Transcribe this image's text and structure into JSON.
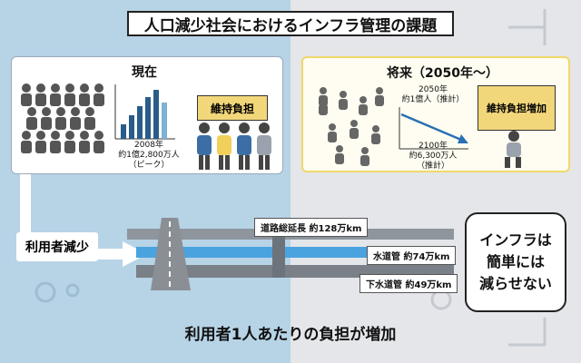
{
  "title": "人口減少社会におけるインフラ管理の課題",
  "present": {
    "heading": "現在",
    "year": "2008年",
    "population": "約1億2,800万人",
    "note": "（ピーク）",
    "burden_label": "維持負担"
  },
  "future": {
    "heading": "将来（2050年〜）",
    "year_top": "2050年",
    "population_top": "約1億人（推計）",
    "year_bottom": "2100年",
    "population_bottom": "約6,300万人",
    "note_bottom": "（推計）",
    "burden_label": "維持負担増加"
  },
  "flow": {
    "users_decrease": "利用者減少"
  },
  "infrastructure": {
    "road": "道路総延長 約128万km",
    "water": "水道管 約74万km",
    "sewer": "下水道管 約49万km"
  },
  "callout": {
    "line1": "インフラは",
    "line2": "簡単には",
    "line3": "減らせない"
  },
  "bottom_text": "利用者1人あたりの負担が増加"
}
